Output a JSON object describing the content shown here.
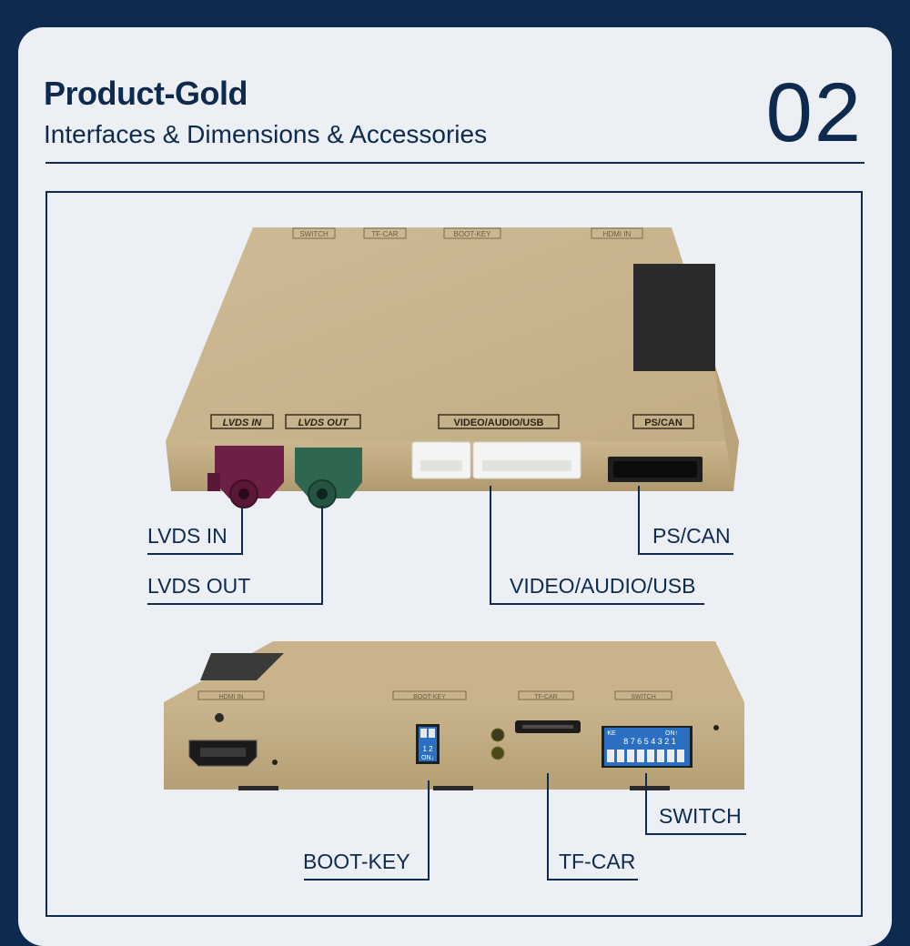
{
  "header": {
    "title": "Product-Gold",
    "subtitle": "Interfaces & Dimensions & Accessories",
    "number": "02"
  },
  "device_top": {
    "top_labels": [
      "SWITCH",
      "TF-CAR",
      "BOOT-KEY",
      "HDMI IN"
    ],
    "port_labels": {
      "lvds_in": "LVDS IN",
      "lvds_out": "LVDS OUT",
      "video_audio_usb": "VIDEO/AUDIO/USB",
      "ps_can": "PS/CAN"
    }
  },
  "device_bottom": {
    "top_labels": [
      "HDMI IN",
      "BOOT-KEY",
      "TF-CAR",
      "SWITCH"
    ],
    "dip2": {
      "numbers": "1 2",
      "on": "ON↓"
    },
    "dip8": {
      "numbers": "8 7 6 5 4 3 2 1",
      "on": "ON↑",
      "ke": "KE"
    }
  },
  "callouts": {
    "lvds_in": "LVDS IN",
    "lvds_out": "LVDS OUT",
    "video_audio_usb": "VIDEO/AUDIO/USB",
    "ps_can": "PS/CAN",
    "boot_key": "BOOT-KEY",
    "tf_car": "TF-CAR",
    "switch": "SWITCH"
  },
  "colors": {
    "navy": "#0e2a4f",
    "card": "#ecf0f5",
    "gold_top": "#c9b590",
    "gold_front": "#bfa77c",
    "lvds_in": "#6e1f45",
    "lvds_out": "#2f6650"
  }
}
